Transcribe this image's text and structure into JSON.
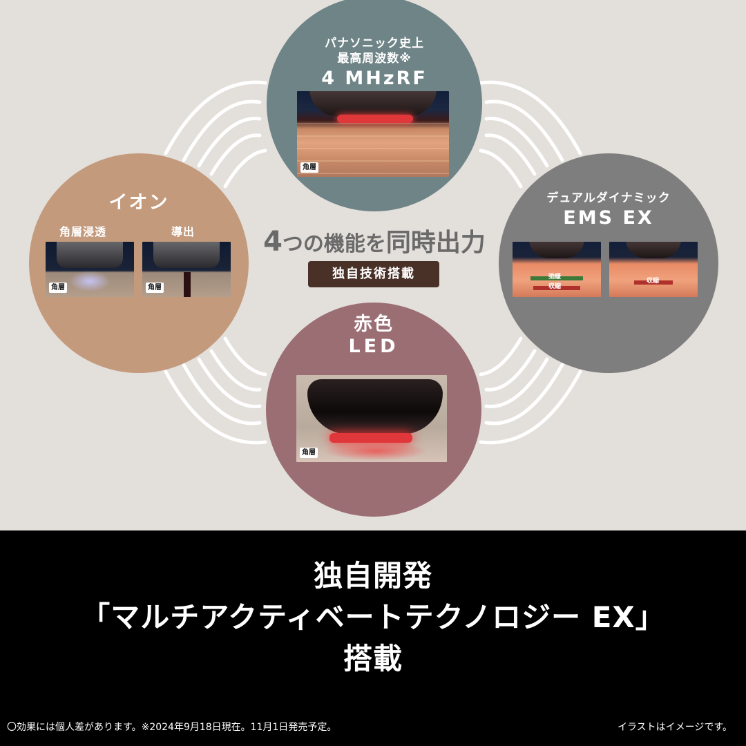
{
  "colors": {
    "background": "#e3dfda",
    "rf_circle": "#6f8487",
    "ion_circle": "#c49a7d",
    "ems_circle": "#7e7e7e",
    "led_circle": "#9b6e74",
    "center_title": "#6a6a6a",
    "badge_bg": "#4a3128",
    "bottom_band": "#000000"
  },
  "center": {
    "title_num": "4",
    "title_mid": "つの機能を",
    "title_end": "同時出力",
    "badge": "独自技術搭載"
  },
  "features": {
    "rf": {
      "line1": "パナソニック史上",
      "line2": "最高周波数※",
      "title": "4 MHzRF",
      "panel_tag": "角層"
    },
    "ion": {
      "title": "イオン",
      "sub_left": "角層浸透",
      "sub_right": "導出",
      "panel_left_tag": "角層",
      "panel_right_tag": "角層"
    },
    "ems": {
      "line1": "デュアルダイナミック",
      "title": "EMS EX",
      "panel_left_label_1": "弛緩",
      "panel_left_label_2": "収縮",
      "panel_right_label": "収縮"
    },
    "led": {
      "line1": "赤色",
      "title": "LED",
      "panel_tag": "角層"
    }
  },
  "bottom": {
    "line1": "独自開発",
    "line2": "「マルチアクティベートテクノロジー EX」",
    "line3": "搭載",
    "footnote_left": "〇効果には個人差があります。※2024年9月18日現在。11月1日発売予定。",
    "footnote_right": "イラストはイメージです。"
  }
}
